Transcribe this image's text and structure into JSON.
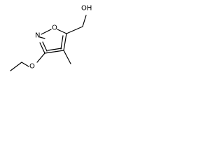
{
  "molecule": {
    "atoms": {
      "ring_nitrogen": "N",
      "ring_oxygen": "O",
      "ethoxy_oxygen": "O",
      "hydroxyl": "OH"
    }
  }
}
